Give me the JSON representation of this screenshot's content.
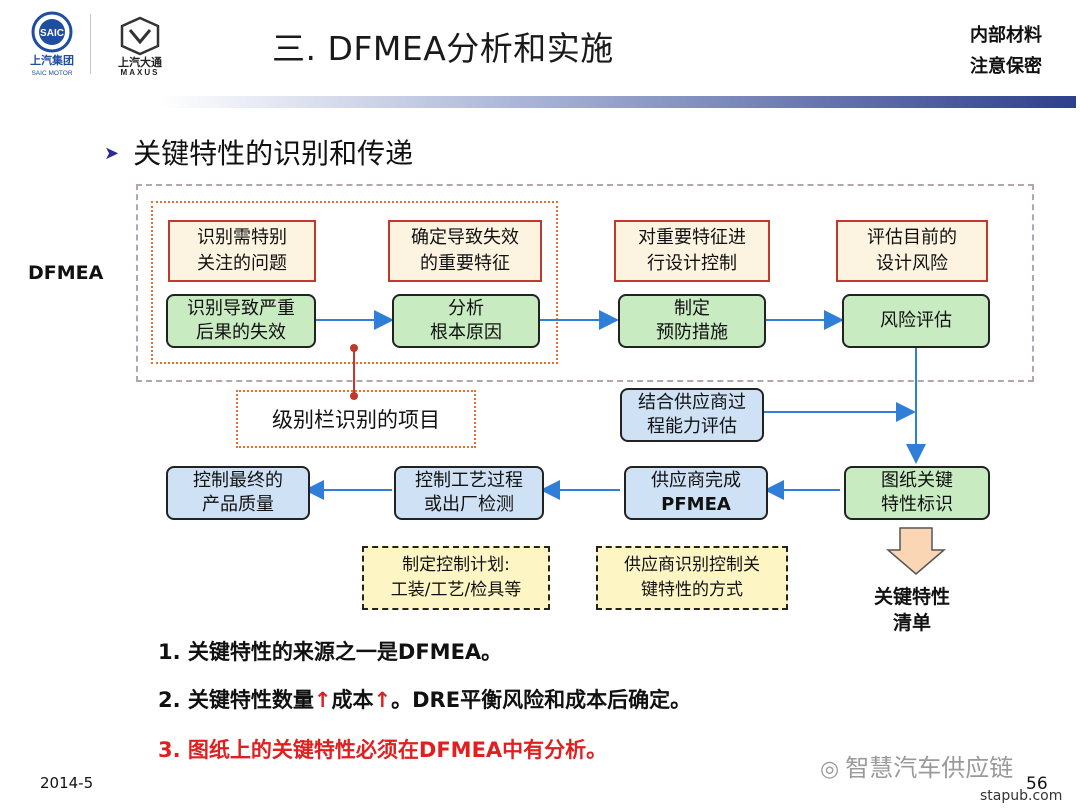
{
  "header": {
    "logo1_name": "上汽集团",
    "logo1_sub": "SAIC MOTOR",
    "logo1_badge": "SAIC",
    "logo2_name": "上汽大通",
    "logo2_sub": "MAXUS",
    "title": "三. DFMEA分析和实施",
    "confidential_line1": "内部材料",
    "confidential_line2": "注意保密"
  },
  "bullet": "关键特性的识别和传递",
  "dfmea_label": "DFMEA",
  "top_row": {
    "red": [
      [
        "识别需特别",
        "关注的问题"
      ],
      [
        "确定导致失效",
        "的重要特征"
      ],
      [
        "对重要特征进",
        "行设计控制"
      ],
      [
        "评估目前的",
        "设计风险"
      ]
    ],
    "green": [
      [
        "识别导致严重",
        "后果的失效"
      ],
      [
        "分析",
        "根本原因"
      ],
      [
        "制定",
        "预防措施"
      ],
      [
        "风险评估"
      ]
    ]
  },
  "level_column_label": "级别栏识别的项目",
  "supplier_capability": [
    "结合供应商过",
    "程能力评估"
  ],
  "bottom_row": {
    "final": [
      "控制最终的",
      "产品质量"
    ],
    "process": [
      "控制工艺过程",
      "或出厂检测"
    ],
    "pfmea": [
      "供应商完成",
      "PFMEA"
    ],
    "drawing": [
      "图纸关键",
      "特性标识"
    ]
  },
  "notes_boxes": {
    "control_plan": [
      "制定控制计划:",
      "工装/工艺/检具等"
    ],
    "supplier_method": [
      "供应商识别控制关",
      "键特性的方式"
    ]
  },
  "output_label": [
    "关键特性",
    "清单"
  ],
  "notes": {
    "n1": "1. 关键特性的来源之一是DFMEA。",
    "n2_a": "2. 关键特性数量",
    "n2_b": "成本",
    "n2_c": "。DRE平衡风险和成本后确定。",
    "n2_arrow": "↑",
    "n3": "3. 图纸上的关键特性必须在DFMEA中有分析。"
  },
  "footer": {
    "date": "2014-5",
    "page": "56",
    "watermark": "智慧汽车供应链",
    "site": "stapub.com"
  },
  "colors": {
    "arrow_blue": "#2f7fd8",
    "red_note": "#e02020",
    "green_fill": "#c8ebc1",
    "blue_fill": "#cfe2f5",
    "yellow_fill": "#fdf6c4"
  }
}
